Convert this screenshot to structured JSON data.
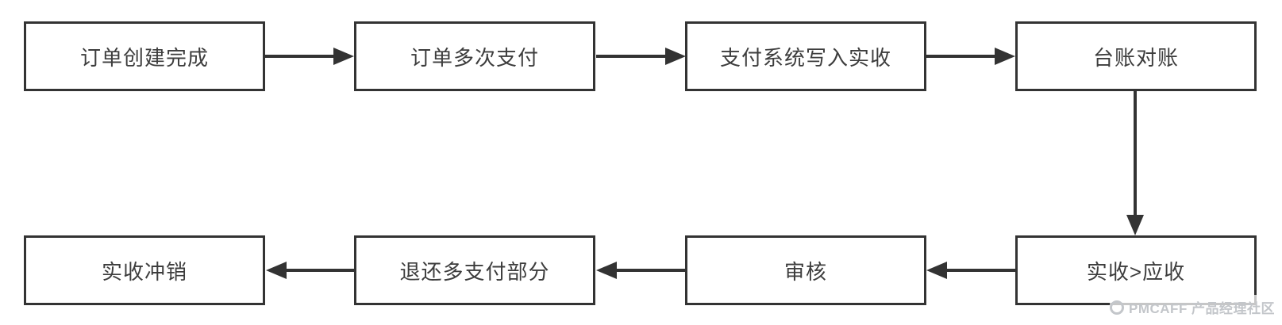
{
  "diagram": {
    "type": "flowchart",
    "colors": {
      "stroke": "#333333",
      "node_fill": "#ffffff",
      "text": "#3d3d3d",
      "background": "#ffffff"
    },
    "nodes": [
      {
        "id": "order-created",
        "label": "订单创建完成",
        "row": "top",
        "col": 1
      },
      {
        "id": "order-multi-paid",
        "label": "订单多次支付",
        "row": "top",
        "col": 2
      },
      {
        "id": "payment-write-actual",
        "label": "支付系统写入实收",
        "row": "top",
        "col": 3
      },
      {
        "id": "ledger-reconcile",
        "label": "台账对账",
        "row": "top",
        "col": 4
      },
      {
        "id": "actual-gt-receivable",
        "label": "实收>应收",
        "row": "bottom",
        "col": 4
      },
      {
        "id": "review",
        "label": "审核",
        "row": "bottom",
        "col": 3
      },
      {
        "id": "refund-overpaid",
        "label": "退还多支付部分",
        "row": "bottom",
        "col": 2
      },
      {
        "id": "actual-writeoff",
        "label": "实收冲销",
        "row": "bottom",
        "col": 1
      }
    ],
    "edges": [
      {
        "from": "订单创建完成",
        "to": "订单多次支付",
        "direction": "right"
      },
      {
        "from": "订单多次支付",
        "to": "支付系统写入实收",
        "direction": "right"
      },
      {
        "from": "支付系统写入实收",
        "to": "台账对账",
        "direction": "right"
      },
      {
        "from": "台账对账",
        "to": "实收>应收",
        "direction": "down"
      },
      {
        "from": "实收>应收",
        "to": "审核",
        "direction": "left"
      },
      {
        "from": "审核",
        "to": "退还多支付部分",
        "direction": "left"
      },
      {
        "from": "退还多支付部分",
        "to": "实收冲销",
        "direction": "left"
      }
    ]
  },
  "watermark": {
    "text": "PMCAFF 产品经理社区",
    "color": "#c3c6ca"
  }
}
